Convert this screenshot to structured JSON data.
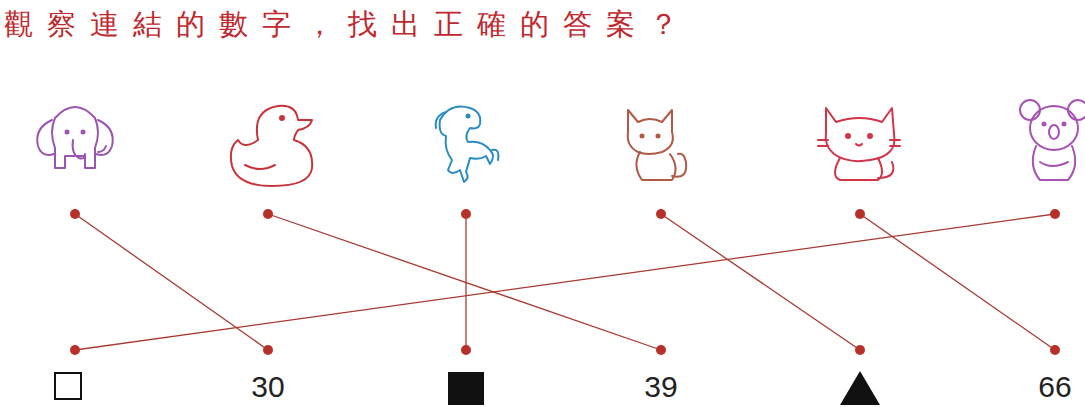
{
  "diagram": {
    "title": "觀察連結的數字，找出正確的答案？",
    "labels": [
      "30",
      "39",
      "66"
    ]
  }
}
